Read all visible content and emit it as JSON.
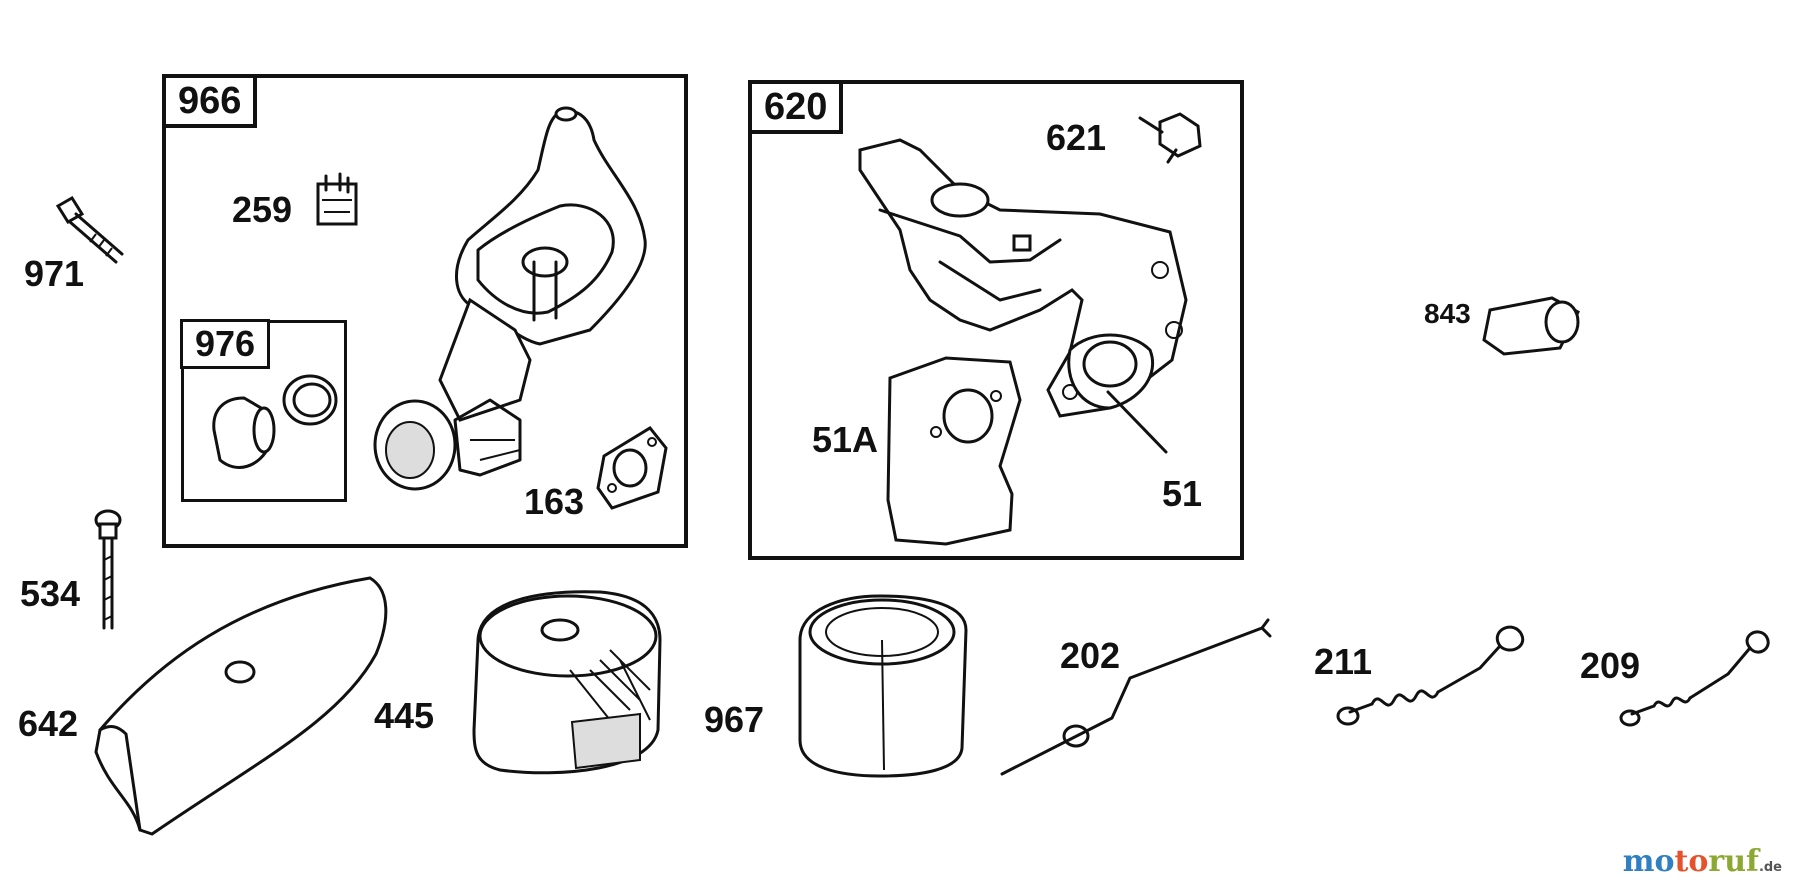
{
  "boxes": {
    "b966": {
      "tag": "966"
    },
    "b620": {
      "tag": "620"
    },
    "b976": {
      "tag": "976"
    }
  },
  "labels": {
    "p971": "971",
    "p259": "259",
    "p163": "163",
    "p534": "534",
    "p642": "642",
    "p445": "445",
    "p967": "967",
    "p202": "202",
    "p211": "211",
    "p209": "209",
    "p621": "621",
    "p51a": "51A",
    "p51": "51",
    "p843": "843"
  },
  "watermark": {
    "part1": "mo",
    "part2": "to",
    "part3": "ruf",
    "domain": ".de",
    "colors": {
      "c1": "#2f7fc1",
      "c2": "#e4532b",
      "c3": "#8aa832"
    }
  }
}
